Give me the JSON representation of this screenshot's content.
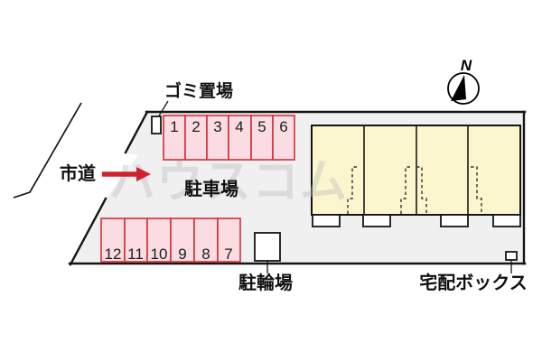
{
  "plan": {
    "labels": {
      "road": "市道",
      "parking_lot": "駐車場",
      "garbage_area": "ゴミ置場",
      "bicycle_parking": "駐輪場",
      "delivery_box": "宅配ボックス",
      "north": "N"
    },
    "watermark": "ハウスコム",
    "spaces_top": [
      "1",
      "2",
      "3",
      "4",
      "5",
      "6"
    ],
    "spaces_bottom": [
      "12",
      "11",
      "10",
      "9",
      "8",
      "7"
    ],
    "building_units": "4",
    "colors": {
      "site_fill": "#f0f0f0",
      "space_fill": "#fadce2",
      "space_border": "#d0303a",
      "building_fill": "#fcf6ce",
      "arrow": "#d0222e"
    }
  }
}
